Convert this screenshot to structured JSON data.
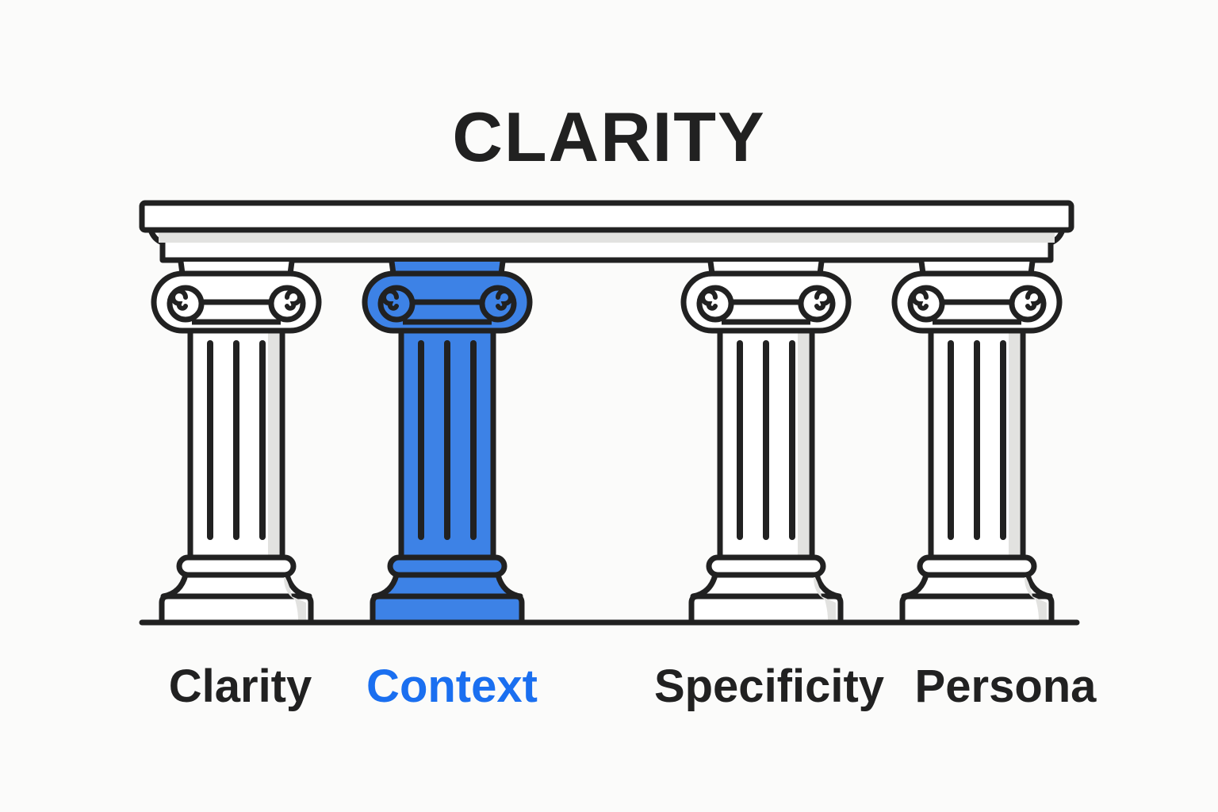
{
  "title": "CLARITY",
  "colors": {
    "ink": "#212121",
    "highlight": "#3d82e6",
    "highlight_text": "#1a6ff0",
    "shade": "#e2e2e0",
    "fill": "#ffffff",
    "background": "#fbfbfa"
  },
  "pillars": [
    {
      "label": "Clarity",
      "highlighted": false
    },
    {
      "label": "Context",
      "highlighted": true
    },
    {
      "label": "Specificity",
      "highlighted": false
    },
    {
      "label": "Persona",
      "highlighted": false
    }
  ]
}
